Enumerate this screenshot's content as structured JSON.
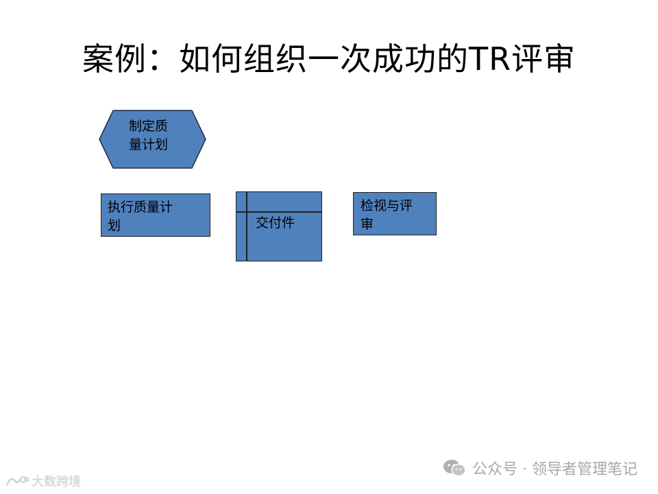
{
  "title": "案例：如何组织一次成功的TR评审",
  "diagram": {
    "hexagon": {
      "label_line1": "制定质",
      "label_line2": "量计划",
      "fill": "#4f81bd"
    },
    "execute_box": {
      "label_line1": "执行质量计",
      "label_line2": "划",
      "fill": "#4f81bd"
    },
    "deliverable_box": {
      "label": "交付件",
      "fill": "#4f81bd"
    },
    "review_box": {
      "label_line1": "检视与评",
      "label_line2": "审",
      "fill": "#4f81bd"
    }
  },
  "watermark": {
    "text": "公众号 · 领导者管理笔记"
  },
  "corner_logo": {
    "text": "大数跨境"
  }
}
